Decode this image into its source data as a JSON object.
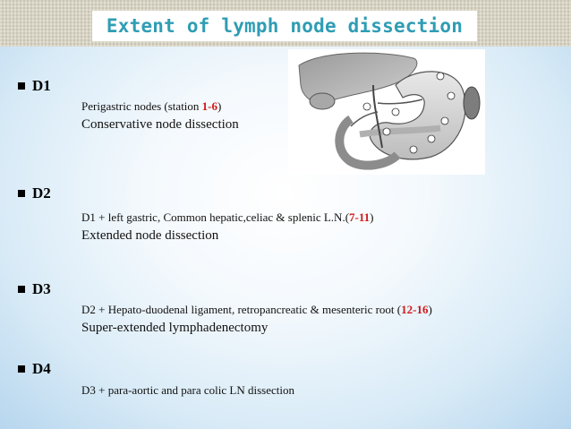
{
  "slide": {
    "title": "Extent of lymph node dissection",
    "figure_icon": "stomach-anatomy-illustration"
  },
  "items": [
    {
      "label": "D1",
      "detail_prefix": "Perigastric nodes (station ",
      "detail_stations": "1-6",
      "detail_suffix": ")",
      "description": "Conservative node dissection"
    },
    {
      "label": "D2",
      "detail_prefix": "D1 + left gastric, Common hepatic,celiac & splenic L.N.(",
      "detail_stations": "7-11",
      "detail_suffix": ")",
      "description": "Extended node dissection"
    },
    {
      "label": "D3",
      "detail_prefix": "D2 + Hepato-duodenal ligament, retropancreatic & mesenteric root (",
      "detail_stations": "12-16",
      "detail_suffix": ")",
      "description": "Super-extended lymphadenectomy"
    },
    {
      "label": "D4",
      "detail_prefix": "D3 + para-aortic and para colic LN dissection",
      "detail_stations": "",
      "detail_suffix": "",
      "description": ""
    }
  ],
  "colors": {
    "title": "#2f9db4",
    "station_highlight": "#d11a1a"
  }
}
